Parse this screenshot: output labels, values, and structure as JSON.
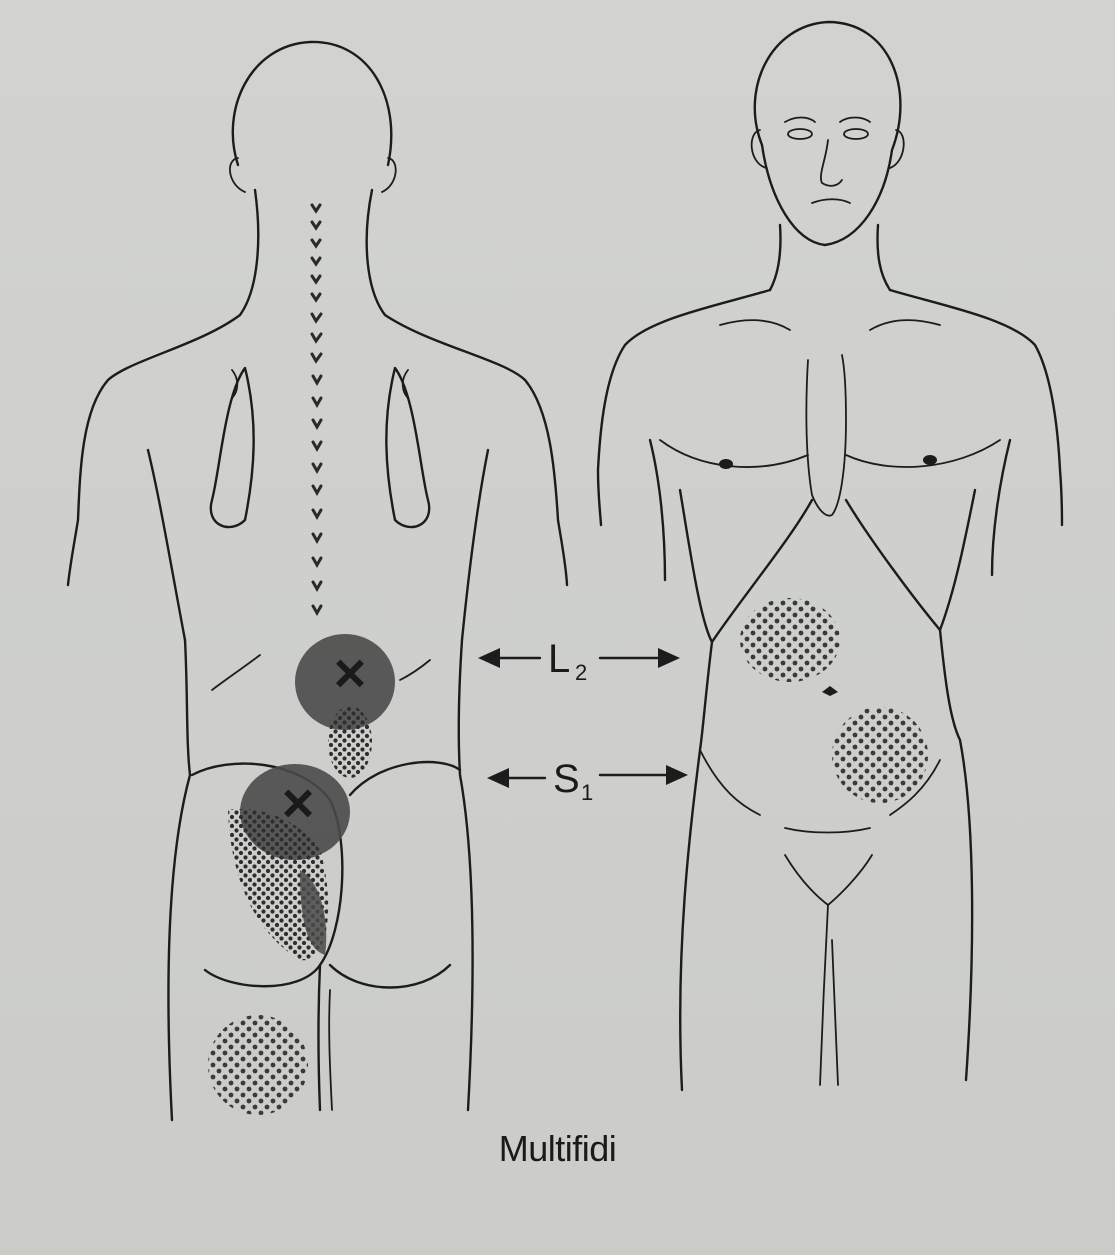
{
  "figure": {
    "caption": "Multifidi",
    "levels": [
      {
        "id": "L2",
        "letter": "L",
        "subscript": "2"
      },
      {
        "id": "S1",
        "letter": "S",
        "subscript": "1"
      }
    ],
    "trigger_point_marker": "×",
    "colors": {
      "background": "#cfd0cd",
      "outline": "#1c1c1c",
      "dense_pain": "#4a4a4a",
      "spillover_dots": "#3a3a3a"
    }
  }
}
